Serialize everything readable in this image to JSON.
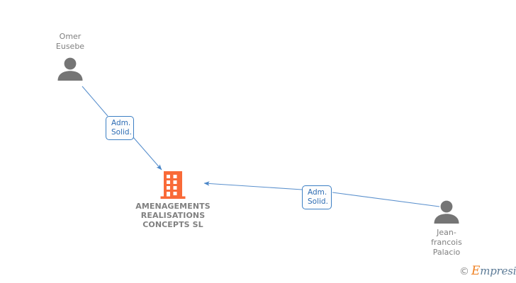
{
  "diagram": {
    "type": "org-relationship-graph",
    "background_color": "#ffffff",
    "company": {
      "name": "AMENAGEMENTS\nREALISATIONS\nCONCEPTS SL",
      "icon": "building-icon",
      "icon_color": "#f96a38",
      "label_color": "#808080"
    },
    "persons": [
      {
        "id": "omer-eusebe",
        "name": "Omer\nEusebe",
        "icon": "person-icon",
        "icon_color": "#757575",
        "label_color": "#7f7f7f"
      },
      {
        "id": "jean-francois-palacio",
        "name": "Jean-\nfrancois\nPalacio",
        "icon": "person-icon",
        "icon_color": "#757575",
        "label_color": "#7f7f7f"
      }
    ],
    "edges": [
      {
        "id": "edge-1",
        "from": "omer-eusebe",
        "to": "company",
        "label": "Adm.\nSolid.",
        "line_color": "#4a86c8",
        "label_text_color": "#2e6db4",
        "label_border_color": "#3c7fc4"
      },
      {
        "id": "edge-2",
        "from": "jean-francois-palacio",
        "to": "company",
        "label": "Adm.\nSolid.",
        "line_color": "#4a86c8",
        "label_text_color": "#2e6db4",
        "label_border_color": "#3c7fc4"
      }
    ]
  },
  "watermark": {
    "copyright_symbol": "©",
    "brand_initial": "E",
    "brand_rest": "mpresia",
    "initial_color": "#ef8022",
    "text_color": "#5b7a96"
  }
}
